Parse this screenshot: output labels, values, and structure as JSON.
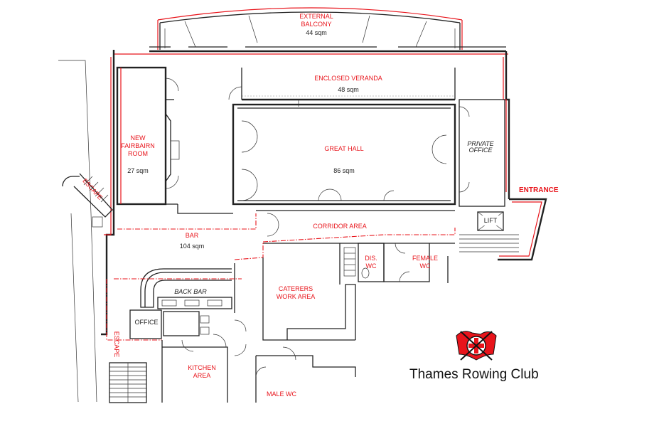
{
  "plan": {
    "external_balcony": {
      "name_line1": "EXTERNAL",
      "name_line2": "BALCONY",
      "area": "44 sqm"
    },
    "enclosed_veranda": {
      "name": "ENCLOSED VERANDA",
      "area": "48 sqm"
    },
    "new_fairbairn_room": {
      "name_line1": "NEW",
      "name_line2": "FAIRBAIRN",
      "name_line3": "ROOM",
      "area": "27 sqm"
    },
    "great_hall": {
      "name": "GREAT HALL",
      "area": "86 sqm"
    },
    "private_office": {
      "name_line1": "PRIVATE",
      "name_line2": "OFFICE"
    },
    "entrance": "ENTRANCE",
    "lift": "LIFT",
    "corridor_area": "CORRIDOR AREA",
    "bar": {
      "name": "BAR",
      "area": "104 sqm"
    },
    "dis_wc": {
      "name_line1": "DIS.",
      "name_line2": "WC"
    },
    "female_wc": {
      "name_line1": "FEMALE",
      "name_line2": "WC"
    },
    "caterers_work_area": {
      "name_line1": "CATERERS",
      "name_line2": "WORK AREA"
    },
    "back_bar": "BACK BAR",
    "office": "OFFICE",
    "escape_left": "ESCAPE",
    "escape_bottom": "ESCAPE",
    "kitchen_area": {
      "name_line1": "KITCHEN",
      "name_line2": "AREA"
    },
    "male_wc": "MALE WC"
  },
  "branding": {
    "club_name": "Thames Rowing Club",
    "crest_colors": {
      "red": "#e8141b",
      "black": "#111111",
      "white": "#ffffff"
    }
  },
  "colors": {
    "walls": "#222222",
    "highlight": "#e8141b"
  }
}
